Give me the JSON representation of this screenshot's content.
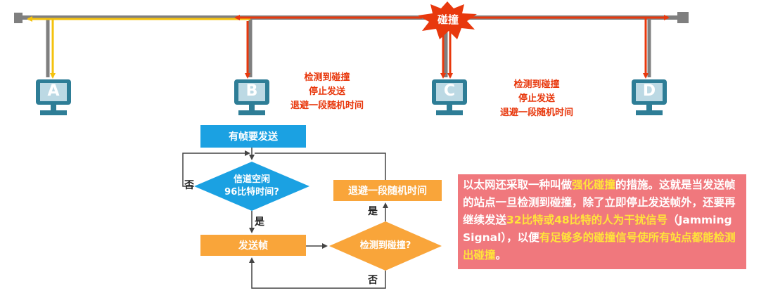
{
  "collision_label": "碰撞",
  "stations": [
    {
      "label": "A"
    },
    {
      "label": "B"
    },
    {
      "label": "C"
    },
    {
      "label": "D"
    }
  ],
  "notes": {
    "b": [
      "检测到碰撞",
      "停止发送",
      "退避一段随机时间"
    ],
    "c": [
      "检测到碰撞",
      "停止发送",
      "退避一段随机时间"
    ]
  },
  "flowchart": {
    "start": "有帧要发送",
    "check_line1": "信道空闲",
    "check_line2": "96比特时间?",
    "send": "发送帧",
    "detect": "检测到碰撞?",
    "backoff": "退避一段随机时间",
    "yes1": "是",
    "no1": "否",
    "yes2": "是",
    "no2": "否"
  },
  "info": {
    "p1": "以太网还采取一种叫做",
    "h1": "强化碰撞",
    "p2": "的措施。这就是当发送帧的站点一旦检测到碰撞，除了立即停止发送帧外，还要再继续发送",
    "h2": "32比特或48比特的人为干扰信号",
    "p3": "（Jamming Signal），以便",
    "h3": "有足够多的碰撞信号使所有站点都能检测出碰撞",
    "p4": "。"
  },
  "colors": {
    "bus": "#7f7f7f",
    "signal_yellow": "#f4c20d",
    "signal_red": "#e8380d",
    "station": "#2e7d96",
    "station_screen": "#bcd9e4",
    "flow_blue": "#1ba1e2",
    "flow_orange": "#f9a53a",
    "info_bg": "#f0787d",
    "info_highlight": "#ffe43a"
  }
}
